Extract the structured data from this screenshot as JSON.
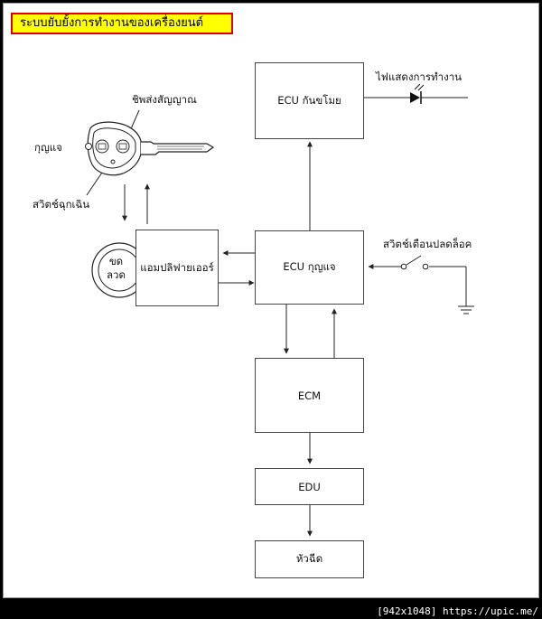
{
  "title": "ระบบยับยั้งการทำงานของเครื่องยนต์",
  "blocks": {
    "ecu_immobilizer": "ECU กันขโมย",
    "amplifier": "แอมปลิฟายเออร์",
    "ecu_key": "ECU กุญแจ",
    "ecm": "ECM",
    "edu": "EDU",
    "injector": "หัวฉีด"
  },
  "labels": {
    "indicator_light": "ไฟแสดงการทำงาน",
    "transponder_chip": "ชิพส่งสัญญาณ",
    "key": "กุญแจ",
    "emergency_switch": "สวิตช์ฉุกเฉิน",
    "unlock_warning_switch": "สวิตช์เตือนปลดล็อค",
    "coil": "ขด\nลวด"
  },
  "footer": "[942x1048] https://upic.me/"
}
